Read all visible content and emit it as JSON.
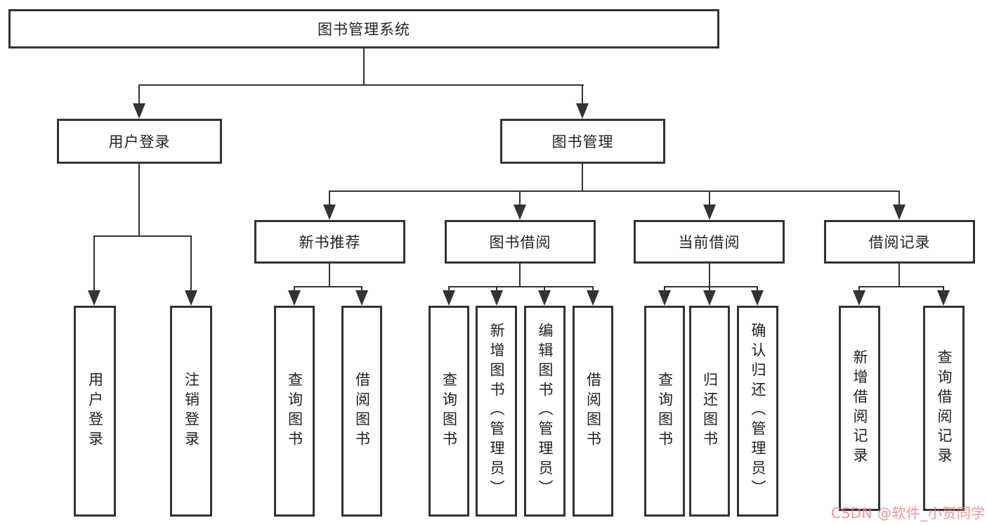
{
  "diagram": {
    "title": "图书管理系统",
    "root": {
      "label": "图书管理系统"
    },
    "level2": [
      {
        "id": "user-login",
        "label": "用户登录"
      },
      {
        "id": "book-management",
        "label": "图书管理"
      }
    ],
    "level3": [
      {
        "id": "new-book-recommend",
        "label": "新书推荐"
      },
      {
        "id": "book-borrow",
        "label": "图书借阅"
      },
      {
        "id": "current-borrow",
        "label": "当前借阅"
      },
      {
        "id": "borrow-record",
        "label": "借阅记录"
      }
    ],
    "leaves": {
      "user_login": [
        "用户登录",
        "注销登录"
      ],
      "new_book_recommend": [
        "查询图书",
        "借阅图书"
      ],
      "book_borrow": [
        "查询图书",
        "新增图书（管理员）",
        "编辑图书（管理员）",
        "借阅图书"
      ],
      "current_borrow": [
        "查询图书",
        "归还图书",
        "确认归还（管理员）"
      ],
      "borrow_record": [
        "新增借阅记录",
        "查询借阅记录"
      ]
    }
  },
  "watermark": {
    "text": "CSDN @软件_小贺同学"
  },
  "colors": {
    "line": "#333333",
    "box_border": "#333333",
    "background": "#ffffff",
    "text": "#222222",
    "watermark": "#ec8282"
  }
}
